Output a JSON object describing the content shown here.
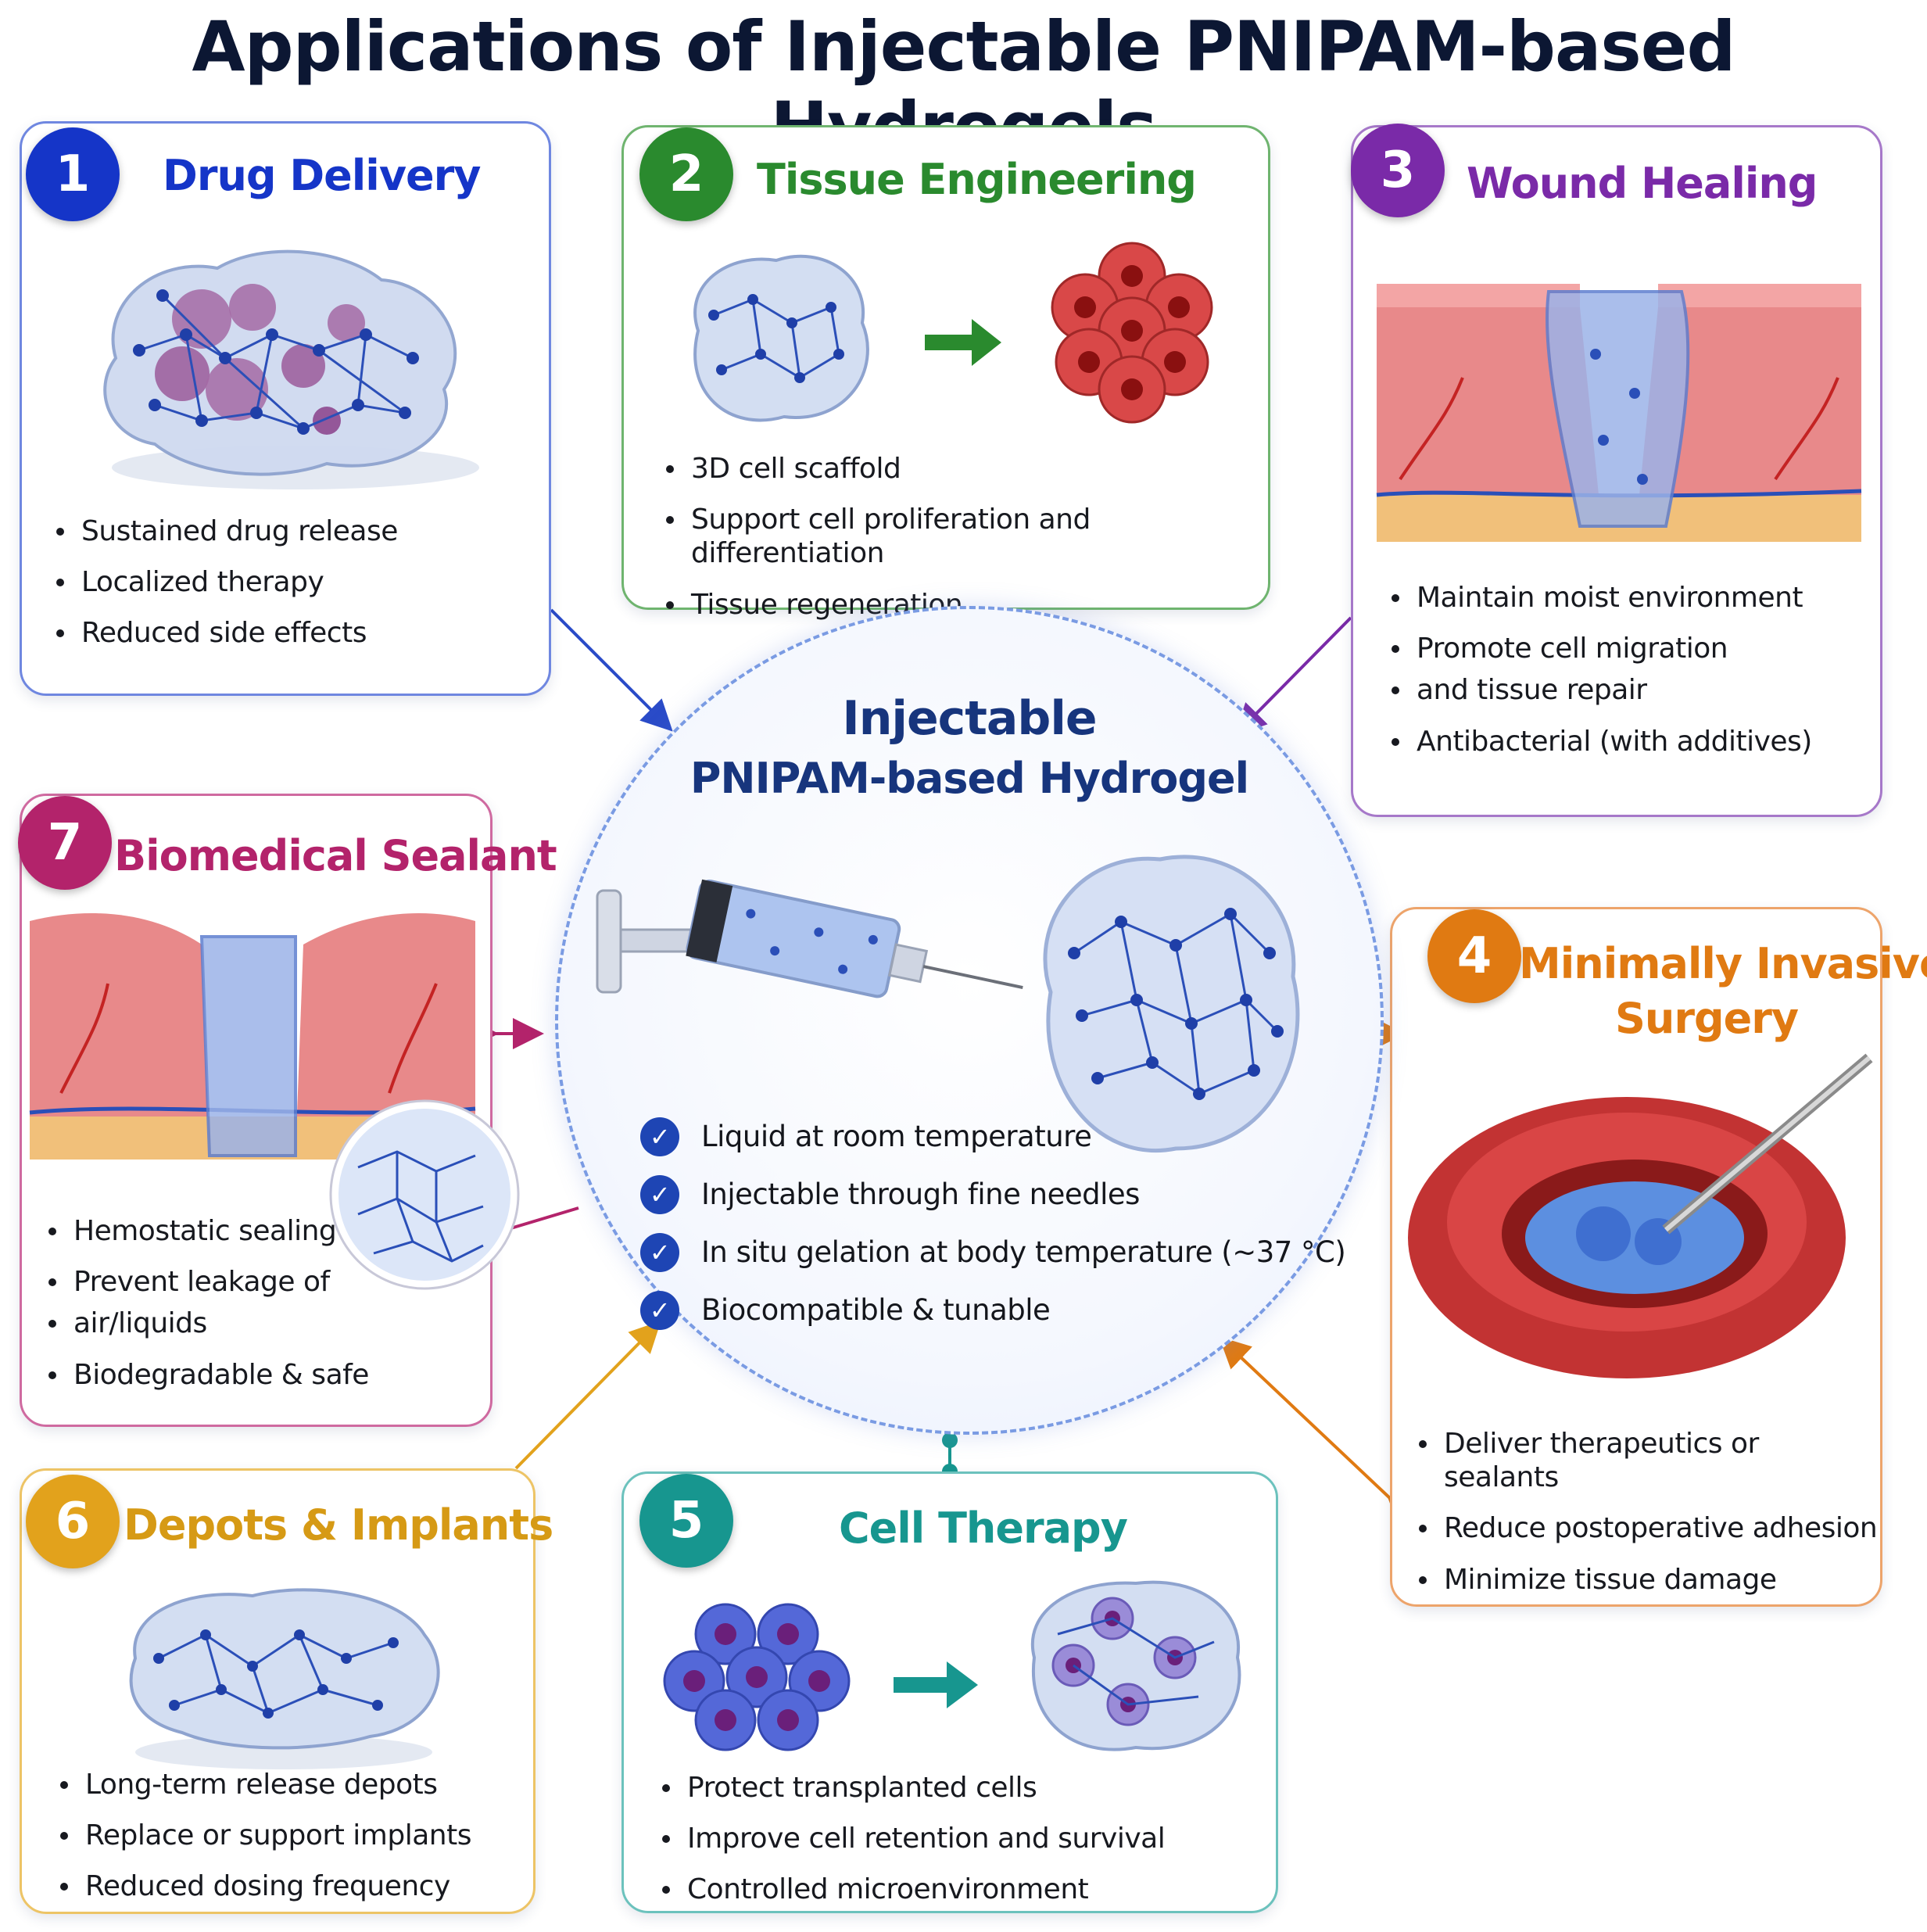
{
  "title": "Applications of Injectable PNIPAM-based Hydrogels",
  "center": {
    "title_line1": "Injectable",
    "title_line2": "PNIPAM-based Hydrogel",
    "features": [
      "Liquid at room temperature",
      "Injectable through fine needles",
      "In situ gelation at body temperature (~37 °C)",
      "Biocompatible & tunable"
    ],
    "check_glyph": "✓"
  },
  "cards": [
    {
      "number": "1",
      "title": "Drug Delivery",
      "color": "#1535c8",
      "bullets": [
        "Sustained drug release",
        "Localized therapy",
        "Reduced side effects"
      ]
    },
    {
      "number": "2",
      "title": "Tissue Engineering",
      "color": "#2a8a2e",
      "bullets": [
        "3D cell scaffold",
        "Support cell proliferation and differentiation",
        "Tissue regeneration"
      ]
    },
    {
      "number": "3",
      "title": "Wound Healing",
      "color": "#7a2aa8",
      "bullets": [
        "Maintain moist environment",
        "Promote cell migration",
        "and tissue repair",
        "Antibacterial (with additives)"
      ]
    },
    {
      "number": "4",
      "title_line1": "Minimally Invasive",
      "title_line2": "Surgery",
      "color": "#e07a12",
      "bullets": [
        "Deliver therapeutics or sealants",
        "Reduce postoperative adhesion",
        "Minimize tissue damage"
      ]
    },
    {
      "number": "5",
      "title": "Cell Therapy",
      "color": "#17968f",
      "bullets": [
        "Protect transplanted cells",
        "Improve cell retention and survival",
        "Controlled microenvironment"
      ]
    },
    {
      "number": "6",
      "title": "Depots & Implants",
      "color": "#e2a21c",
      "bullets": [
        "Long-term release depots",
        "Replace or support implants",
        "Reduced dosing frequency"
      ]
    },
    {
      "number": "7",
      "title": "Biomedical Sealant",
      "color": "#b3236b",
      "bullets": [
        "Hemostatic sealing",
        "Prevent leakage of",
        "air/liquids",
        "Biodegradable & safe"
      ]
    }
  ],
  "icons": {
    "hydrogel": "hydrogel-network-icon",
    "syringe": "syringe-icon",
    "cells": "cell-cluster-icon",
    "tissue": "skin-tissue-icon",
    "organ": "organ-icon"
  }
}
